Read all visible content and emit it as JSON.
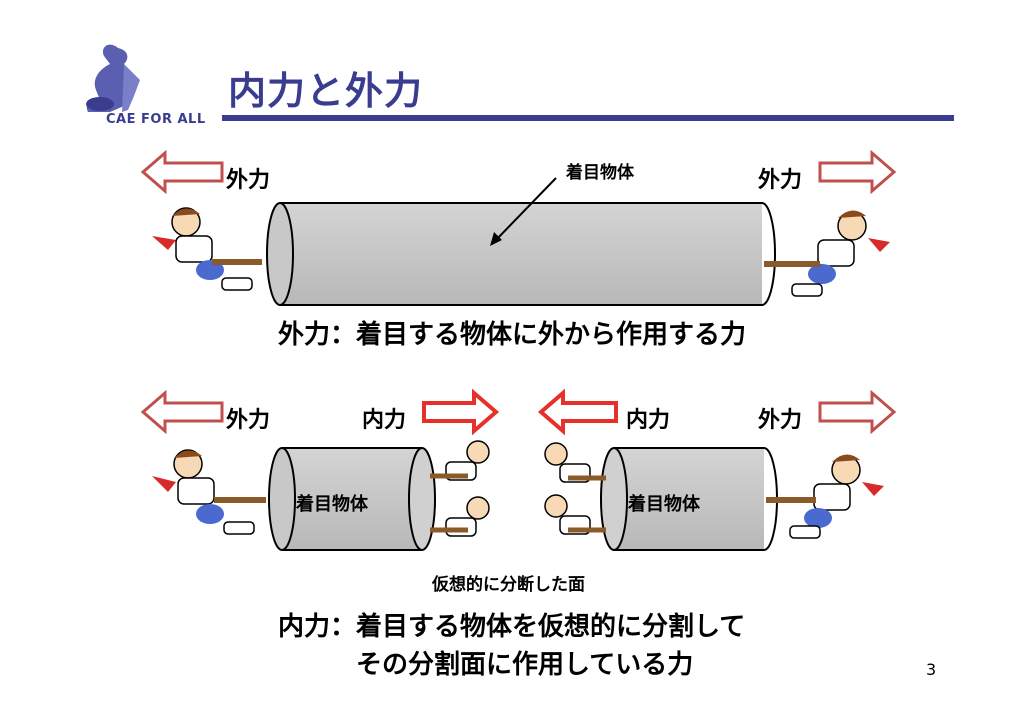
{
  "header": {
    "title": "内力と外力",
    "logo_text": "CAE FOR ALL"
  },
  "top_diagram": {
    "left_label": "外力",
    "right_label": "外力",
    "object_label": "着目物体",
    "definition": "外力：着目する物体に外から作用する力"
  },
  "bottom_diagram": {
    "left_external": "外力",
    "left_internal": "内力",
    "right_internal": "内力",
    "right_external": "外力",
    "left_object": "着目物体",
    "right_object": "着目物体",
    "cut_label": "仮想的に分断した面",
    "definition_line1": "内力：着目する物体を仮想的に分割して",
    "definition_line2": "その分割面に作用している力"
  },
  "footer": {
    "page_number": "3"
  },
  "colors": {
    "brand": "#3a3d8f",
    "external_arrow": "#c0504d",
    "internal_arrow": "#e8302a",
    "cylinder": "#c8c8c8"
  }
}
